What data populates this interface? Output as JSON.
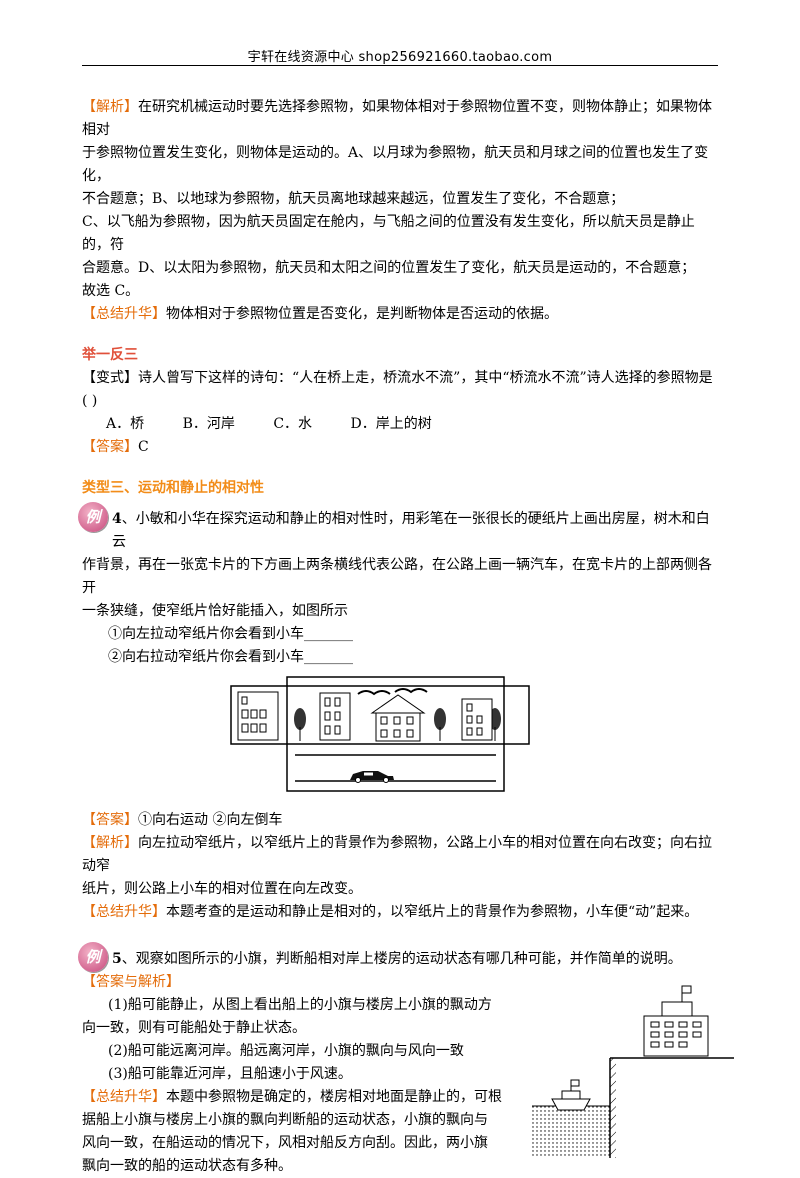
{
  "header": {
    "text": "宇轩在线资源中心   shop256921660.taobao.com"
  },
  "analysis1": {
    "tag": "【解析】",
    "line1": "在研究机械运动时要先选择参照物，如果物体相对于参照物位置不变，则物体静止；如果物体相对",
    "line2": "于参照物位置发生变化，则物体是运动的。A、以月球为参照物，航天员和月球之间的位置也发生了变化，",
    "line3": "不合题意；B、以地球为参照物，航天员离地球越来越远，位置发生了变化，不合题意；",
    "line4": "C、以飞船为参照物，因为航天员固定在舱内，与飞船之间的位置没有发生变化，所以航天员是静止的，符",
    "line5": "合题意。D、以太阳为参照物，航天员和太阳之间的位置发生了变化，航天员是运动的，不合题意；",
    "line6": "故选 C。"
  },
  "summary1": {
    "tag": "【总结升华】",
    "text": "物体相对于参照物位置是否变化，是判断物体是否运动的依据。"
  },
  "section_jyfs": {
    "title": "举一反三"
  },
  "variant": {
    "tag": "【变式】",
    "text": "诗人曾写下这样的诗句：“人在桥上走，桥流水不流”，其中“桥流水不流”诗人选择的参照物是",
    "bracket": "(    )",
    "options": [
      "A．桥",
      "B．河岸",
      "C．水",
      "D．岸上的树"
    ],
    "answer_tag": "【答案】",
    "answer": "C"
  },
  "section3": {
    "title": "类型三、运动和静止的相对性"
  },
  "example_badge": "例",
  "q4": {
    "num": "4",
    "line1": "、小敏和小华在探究运动和静止的相对性时，用彩笔在一张很长的硬纸片上画出房屋，树木和白云",
    "line2": "作背景，再在一张宽卡片的下方画上两条横线代表公路，在公路上画一辆汽车，在宽卡片的上部两侧各开",
    "line3": "一条狭缝，使窄纸片恰好能插入，如图所示",
    "sub1": "①向左拉动窄纸片你会看到小车_______",
    "sub2": "②向右拉动窄纸片你会看到小车_______"
  },
  "a4": {
    "answer_tag": "【答案】",
    "answer": "①向右运动    ②向左倒车",
    "analysis_tag": "【解析】",
    "analysis1": "向左拉动窄纸片，以窄纸片上的背景作为参照物，公路上小车的相对位置在向右改变；向右拉动窄",
    "analysis2": "纸片，则公路上小车的相对位置在向左改变。",
    "summary_tag": "【总结升华】",
    "summary": "本题考查的是运动和静止是相对的，以窄纸片上的背景作为参照物，小车便“动”起来。"
  },
  "q5": {
    "num": "5",
    "text": "、观察如图所示的小旗，判断船相对岸上楼房的运动状态有哪几种可能，并作简单的说明。",
    "answer_tag": "【答案与解析】",
    "p1a": "(1)船可能静止，从图上看出船上的小旗与楼房上小旗的飘动方",
    "p1b": "向一致，则有可能船处于静止状态。",
    "p2": "(2)船可能远离河岸。船远离河岸，小旗的飘向与风向一致",
    "p3": "(3)船可能靠近河岸，且船速小于风速。",
    "summary_tag": "【总结升华】",
    "s1": "本题中参照物是确定的，楼房相对地面是静止的，可根",
    "s2": "据船上小旗与楼房上小旗的飘向判断船的运动状态，小旗的飘向与",
    "s3": "风向一致，在船运动的情况下，风相对船反方向刮。因此，两小旗",
    "s4": "飘向一致的船的运动状态有多种。"
  }
}
